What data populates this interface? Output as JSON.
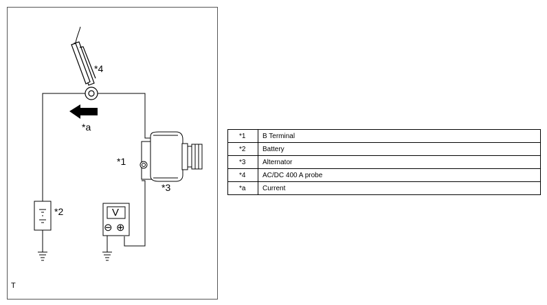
{
  "diagram": {
    "callouts": {
      "probe": "*4",
      "current_dir": "*a",
      "b_terminal": "*1",
      "battery": "*2",
      "alternator": "*3"
    },
    "voltmeter_label": "V",
    "voltmeter_minus": "⊖",
    "voltmeter_plus": "⊕",
    "corner_mark": "T"
  },
  "legend": {
    "rows": [
      {
        "key": "*1",
        "desc": "B Terminal"
      },
      {
        "key": "*2",
        "desc": "Battery"
      },
      {
        "key": "*3",
        "desc": "Alternator"
      },
      {
        "key": "*4",
        "desc": "AC/DC 400 A probe"
      },
      {
        "key": "*a",
        "desc": "Current"
      }
    ]
  }
}
